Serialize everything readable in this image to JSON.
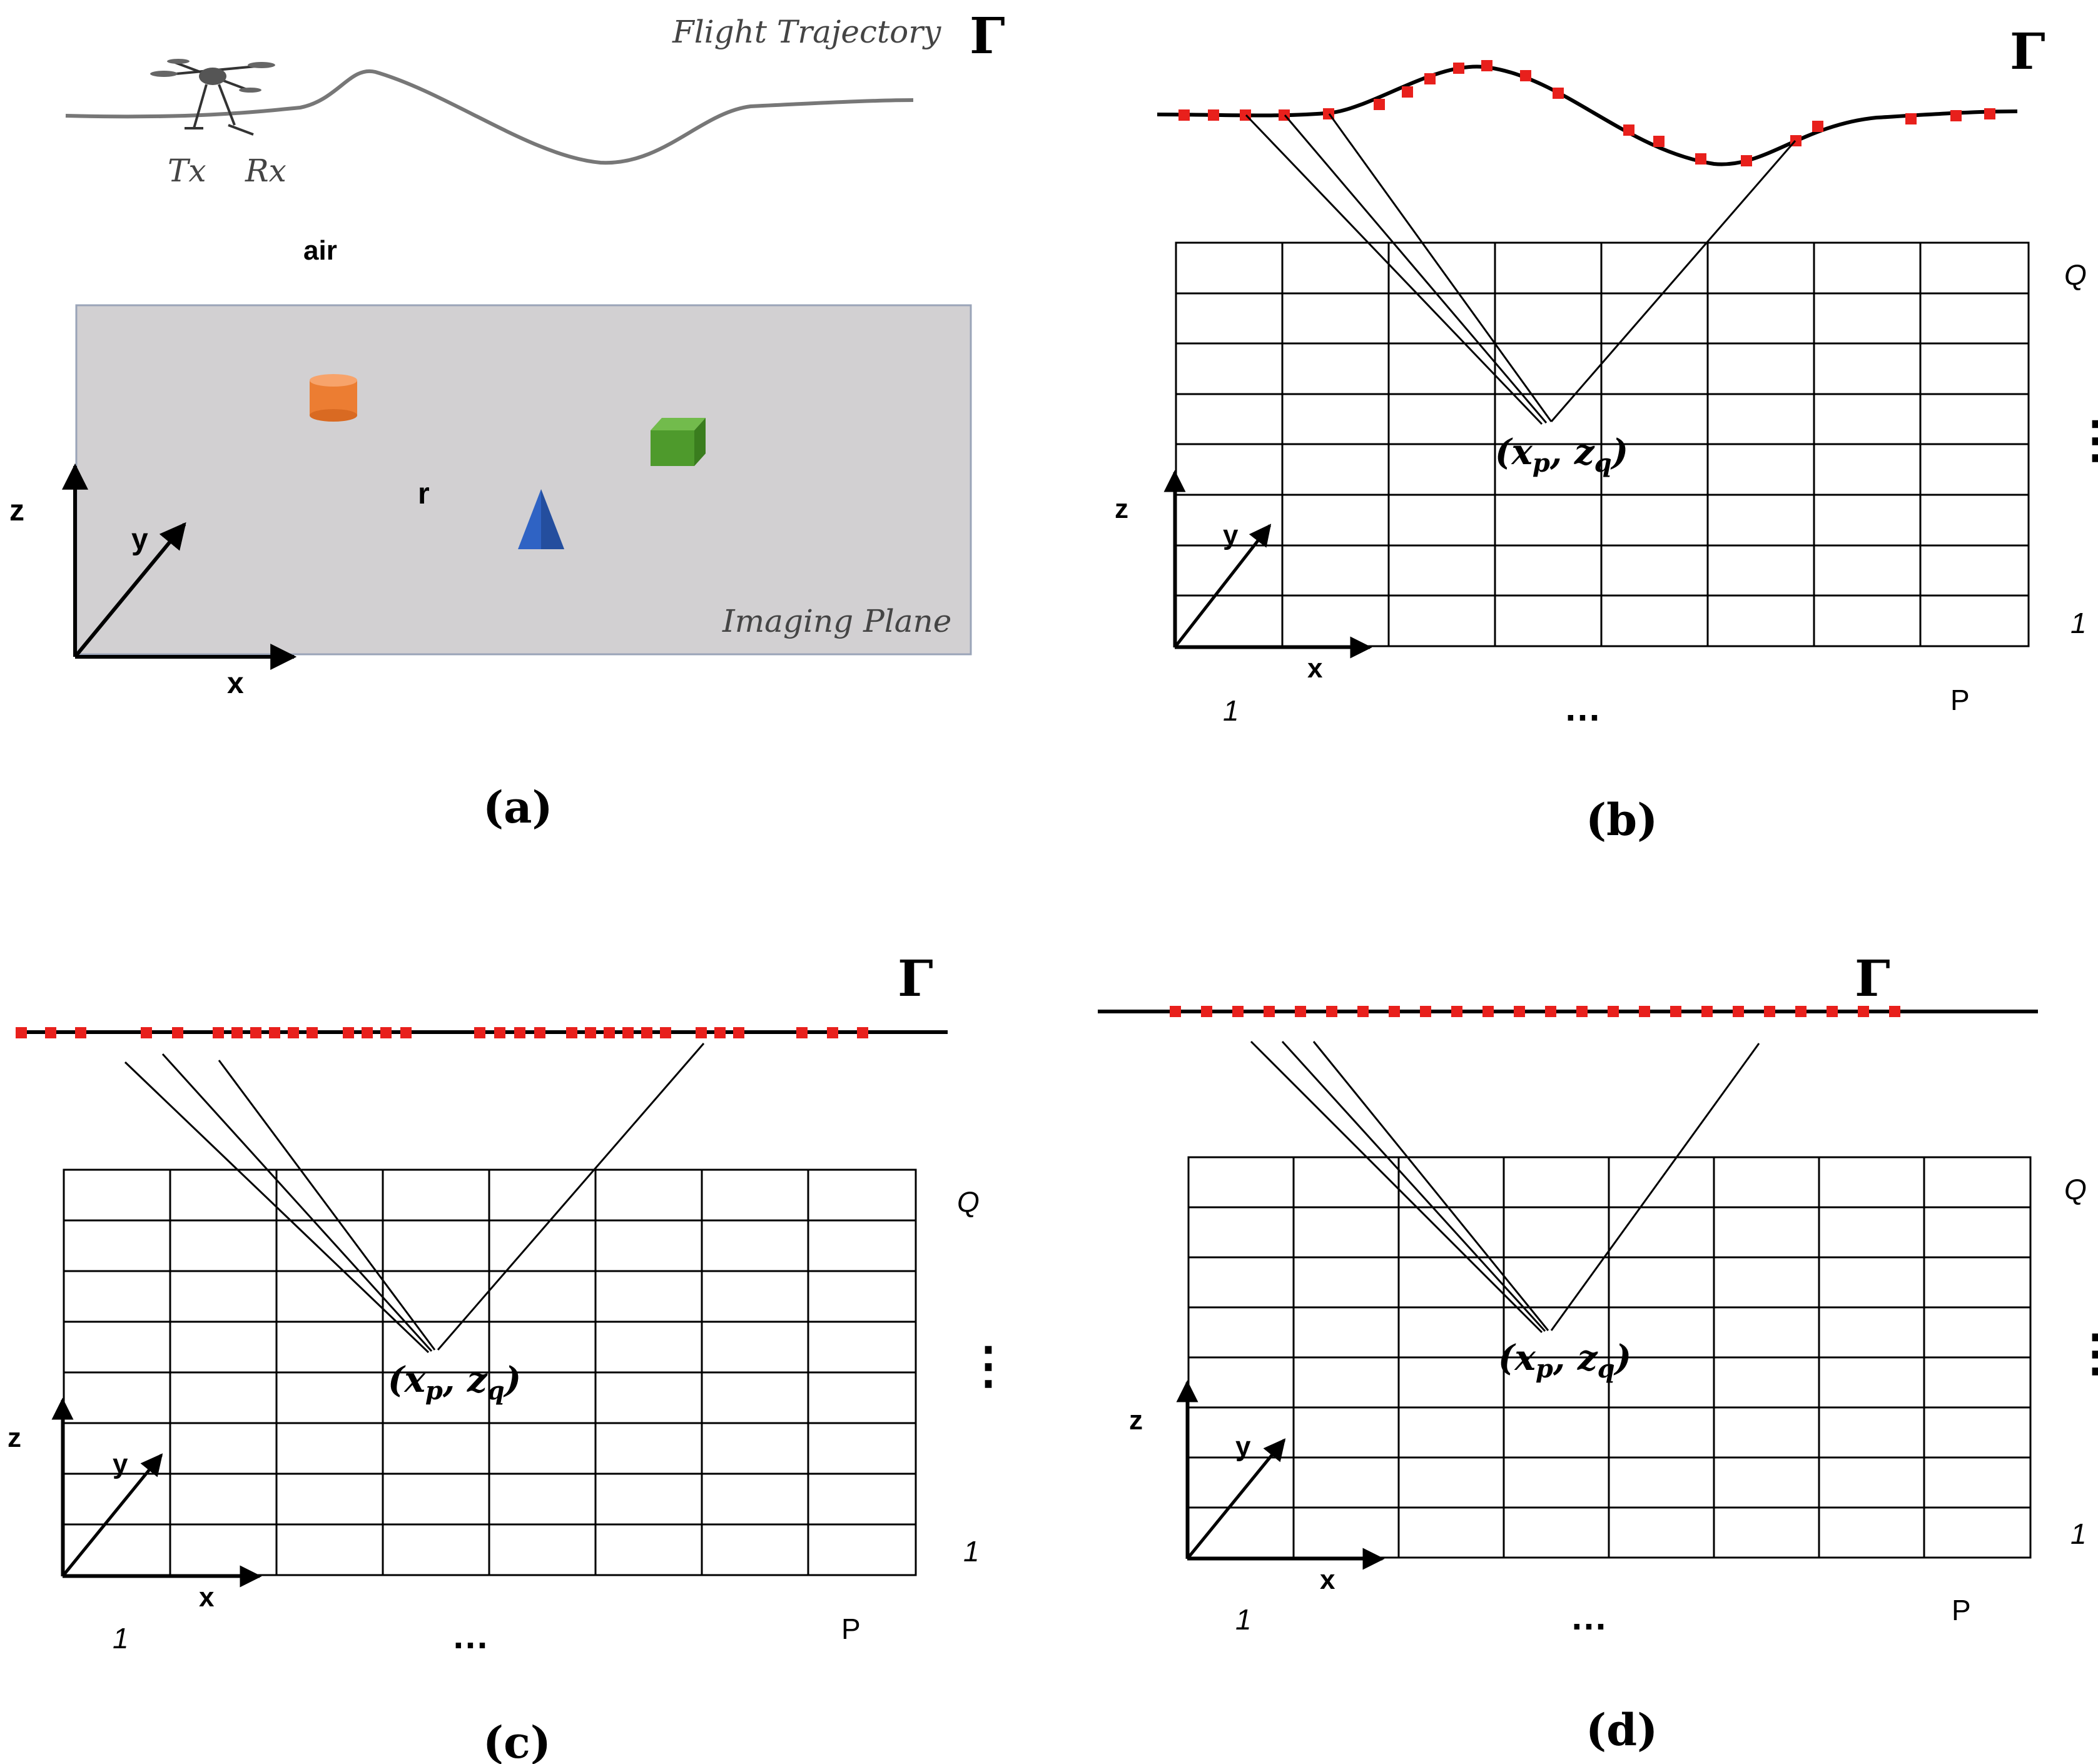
{
  "colors": {
    "sampling_point": "#e8201c",
    "imaging_plane_fill": "#d2d0d2",
    "imaging_plane_border": "#9aa4b8",
    "trajectory_line_a": "#777777",
    "cylinder": "#ec7d32",
    "cube": "#4e9a2c",
    "cone": "#2f63c4"
  },
  "icons": {
    "drone": "drone-icon",
    "cylinder": "cylinder-icon",
    "cube": "cube-icon",
    "cone": "cone-icon"
  },
  "panel_a": {
    "flight_label": "Flight Trajectory",
    "gamma": "Γ",
    "tx": "Tx",
    "rx": "Rx",
    "air": "air",
    "r": "r",
    "imaging_label": "Imaging Plane",
    "axis_z": "z",
    "axis_y": "y",
    "axis_x": "x",
    "caption": "(a)"
  },
  "panel_b": {
    "gamma": "Γ",
    "q": "Q",
    "vdots": "⋮",
    "one_right": "1",
    "axis_z": "z",
    "axis_y": "y",
    "axis_x": "x",
    "one_bottom": "1",
    "hdots": "…",
    "p": "P",
    "point_label": "(x",
    "point_p": "p",
    "point_mid": ", z",
    "point_q": "q",
    "point_end": ")",
    "caption": "(b)"
  },
  "panel_c": {
    "gamma": "Γ",
    "q": "Q",
    "vdots": "⋮",
    "one_right": "1",
    "axis_z": "z",
    "axis_y": "y",
    "axis_x": "x",
    "one_bottom": "1",
    "hdots": "…",
    "p": "P",
    "point_label": "(x",
    "point_p": "p",
    "point_mid": ", z",
    "point_q": "q",
    "point_end": ")",
    "caption": "(c)"
  },
  "panel_d": {
    "gamma": "Γ",
    "q": "Q",
    "vdots": "⋮",
    "one_right": "1",
    "axis_z": "z",
    "axis_y": "y",
    "axis_x": "x",
    "one_bottom": "1",
    "hdots": "…",
    "p": "P",
    "point_label": "(x",
    "point_p": "p",
    "point_mid": ", z",
    "point_q": "q",
    "point_end": ")",
    "caption": "(d)"
  }
}
